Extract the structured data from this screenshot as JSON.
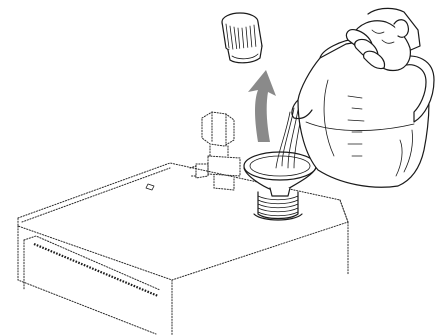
{
  "illustration": {
    "parts": {
      "tank": "heater-tank",
      "cap": "filler-cap",
      "fitting": "valve-fitting",
      "funnel": "funnel",
      "filler_neck": "threaded-filler-neck",
      "jug": "measuring-jug",
      "hand": "hand",
      "arrow": "arrow-up-icon"
    },
    "colors": {
      "line": "#1a1a1a",
      "arrow": "#8a8a8a",
      "background": "#ffffff"
    }
  }
}
